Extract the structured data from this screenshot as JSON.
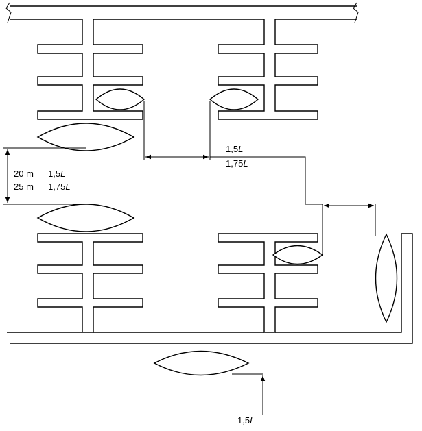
{
  "labels": {
    "gap_top_1": "1,5",
    "gap_top_2": "1,75",
    "gap_left_1_m": "20 m",
    "gap_left_1_f": "1,5",
    "gap_left_2_m": "25 m",
    "gap_left_2_f": "1,75",
    "gap_bottom": "1,5",
    "symbol": "L"
  }
}
